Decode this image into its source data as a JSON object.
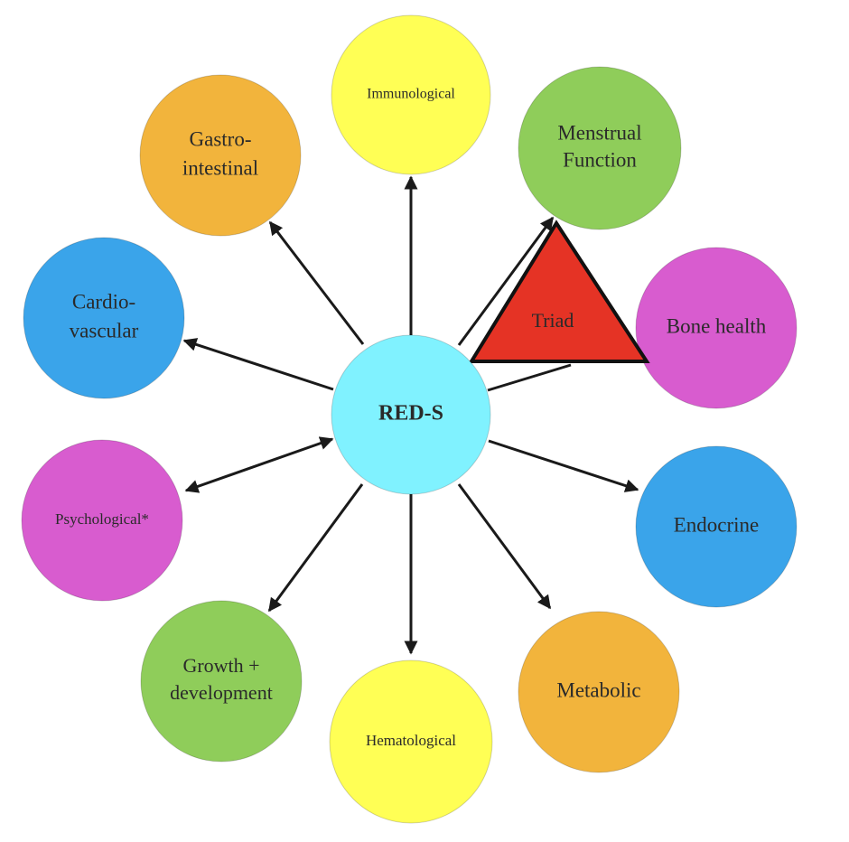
{
  "center": {
    "label": "RED-S",
    "color": "#80f2ff"
  },
  "triad": {
    "label": "Triad",
    "color": "#e53325"
  },
  "nodes": [
    {
      "id": "immunological",
      "lines": [
        "Immunological"
      ],
      "color": "#ffff55"
    },
    {
      "id": "menstrual-function",
      "lines": [
        "Menstrual",
        "Function"
      ],
      "color": "#8fcd5a"
    },
    {
      "id": "bone-health",
      "lines": [
        "Bone health"
      ],
      "color": "#d85ccf"
    },
    {
      "id": "endocrine",
      "lines": [
        "Endocrine"
      ],
      "color": "#3aa4ea"
    },
    {
      "id": "metabolic",
      "lines": [
        "Metabolic"
      ],
      "color": "#f2b43c"
    },
    {
      "id": "hematological",
      "lines": [
        "Hematological"
      ],
      "color": "#ffff55"
    },
    {
      "id": "growth-development",
      "lines": [
        "Growth +",
        "development"
      ],
      "color": "#8fcd5a"
    },
    {
      "id": "psychological",
      "lines": [
        "Psychological*"
      ],
      "color": "#d85ccf"
    },
    {
      "id": "cardiovascular",
      "lines": [
        "Cardio-",
        "vascular"
      ],
      "color": "#3aa4ea"
    },
    {
      "id": "gastrointestinal",
      "lines": [
        "Gastro-",
        "intestinal"
      ],
      "color": "#f2b43c"
    }
  ]
}
